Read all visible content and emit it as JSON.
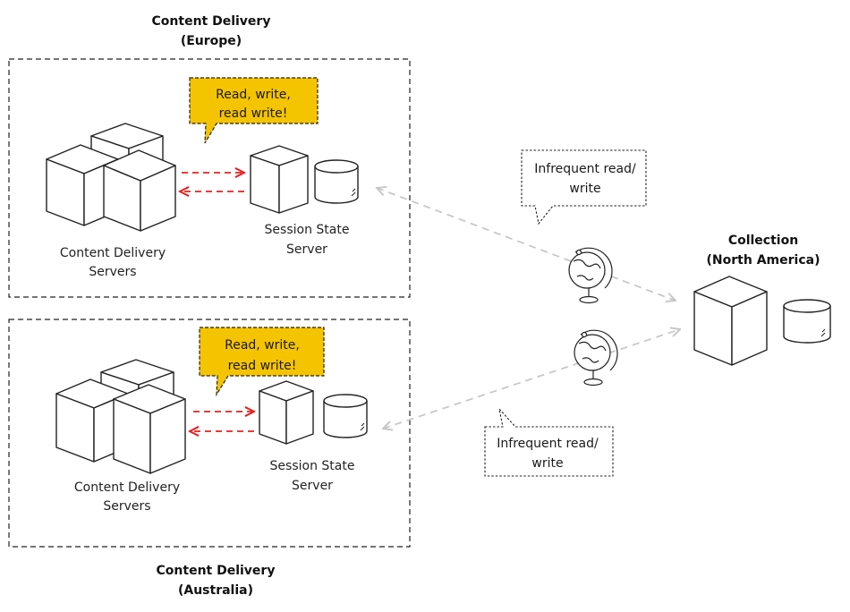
{
  "regions": {
    "europe": {
      "title_line1": "Content Delivery",
      "title_line2": "(Europe)",
      "servers_line1": "Content Delivery",
      "servers_line2": "Servers",
      "session_line1": "Session State",
      "session_line2": "Server",
      "bubble_line1": "Read, write,",
      "bubble_line2": "read write!"
    },
    "australia": {
      "title_line1": "Content Delivery",
      "title_line2": "(Australia)",
      "servers_line1": "Content Delivery",
      "servers_line2": "Servers",
      "session_line1": "Session State",
      "session_line2": "Server",
      "bubble_line1": "Read, write,",
      "bubble_line2": "read write!"
    }
  },
  "collection": {
    "title_line1": "Collection",
    "title_line2": "(North America)"
  },
  "links": {
    "europe_bubble_line1": "Infrequent read/",
    "europe_bubble_line2": "write",
    "australia_bubble_line1": "Infrequent read/",
    "australia_bubble_line2": "write"
  },
  "icons": {
    "server": "server-cube-icon",
    "database": "database-cylinder-icon",
    "globe": "globe-icon"
  },
  "colors": {
    "accent_arrow": "#e82020",
    "callout_fill": "#f5c400",
    "link_arrow": "#c8c8c8",
    "outline": "#222222"
  }
}
